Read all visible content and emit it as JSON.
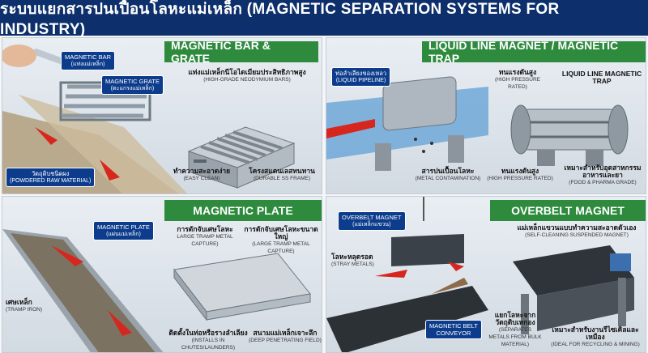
{
  "title": "ระบบแยกสารปนเปื้อนโลหะแม่เหล็ก (MAGNETIC SEPARATION SYSTEMS FOR INDUSTRY)",
  "panels": {
    "bar": {
      "title": "MAGNETIC BAR & GRATE",
      "tag_bar": {
        "en": "MAGNETIC BAR",
        "th": "(แท่งแม่เหล็ก)"
      },
      "tag_grate": {
        "en": "MAGNETIC GRATE",
        "th": "(ตะแกรงแม่เหล็ก)"
      },
      "tag_powder": {
        "th": "วัตถุดิบชนิดผง",
        "en": "(POWDERED RAW MATERIAL)"
      },
      "neodymium": {
        "th": "แท่งแม่เหล็กนีโอไดเมียมประสิทธิภาพสูง",
        "en": "(HIGH-GRADE NEODYMIUM BARS)"
      },
      "easy_clean": {
        "th": "ทำความสะอาดง่าย",
        "en": "(EASY CLEAN)"
      },
      "frame": {
        "th": "โครงสแตนเลสทนทาน",
        "en": "(DURABLE SS FRAME)"
      }
    },
    "liquid": {
      "title": "LIQUID LINE MAGNET / MAGNETIC TRAP",
      "pipeline": {
        "th": "ท่อลำเลียงของเหลว",
        "en": "(LIQUID PIPELINE)"
      },
      "pressure_top": {
        "th": "ทนแรงดันสูง",
        "en": "(HIGH PRESSURE RATED)"
      },
      "trap": {
        "en": "LIQUID LINE MAGNETIC TRAP"
      },
      "contamination": {
        "th": "สารปนเปื้อนโลหะ",
        "en": "(METAL CONTAMINATION)"
      },
      "pressure_bottom": {
        "th": "ทนแรงดันสูง",
        "en": "(HIGH PRESSURE RATED)"
      },
      "food": {
        "th": "เหมาะสำหรับอุตสาหกรรมอาหารและยา",
        "en": "(FOOD & PHARMA GRADE)"
      }
    },
    "plate": {
      "title": "MAGNETIC PLATE",
      "tag_plate": {
        "en": "MAGNETIC PLATE",
        "th": "(แผ่นแม่เหล็ก)"
      },
      "tramp_iron": {
        "th": "เศษเหล็ก",
        "en": "(TRAMP IRON)"
      },
      "large_capture": {
        "th": "การดักจับเศษโลหะ",
        "en": "LARGE TRAMP METAL CAPTURE)"
      },
      "large_capture2": {
        "th": "การดักจับเศษโลหะขนาดใหญ่",
        "en": "(LARGE TRAMP METAL CAPTURE)"
      },
      "installs": {
        "th": "ติดตั้งในท่อหรือรางลำเลียง",
        "en": "(INSTALLS IN CHUTES/LAUNDERS)"
      },
      "deep": {
        "th": "สนามแม่เหล็กเจาะลึก",
        "en": "(DEEP PENETRATING FIELD)"
      }
    },
    "overbelt": {
      "title": "OVERBELT MAGNET",
      "tag_overbelt": {
        "en": "OVERBELT MAGNET",
        "th": "(แม่เหล็กแขวน)"
      },
      "self_cleaning": {
        "th": "แม่เหล็กแขวนแบบทำความสะอาดตัวเอง",
        "en": "(SELF-CLEANING SUSPENDED MAGNET)"
      },
      "stray": {
        "th": "โลหะหลุดรอด",
        "en": "(STRAY METALS)"
      },
      "conveyor": {
        "en": "MAGNETIC BELT",
        "en2": "CONVEYOR"
      },
      "separates": {
        "th": "แยกโลหะจาก วัตถุดิบเทกอง",
        "en": "(SEPARATES METALS FROM BULK MATERIAL)"
      },
      "recycling": {
        "th": "เหมาะสำหรับงานรีไซเคิลและเหมือง",
        "en": "(IDEAL FOR RECYCLING & MINING)"
      }
    }
  },
  "colors": {
    "title_bg": "#0d2f6b",
    "panel_title_bg": "#2e8b3e",
    "tag_bg": "#0d3c8c",
    "arrow": "#d7261e"
  }
}
